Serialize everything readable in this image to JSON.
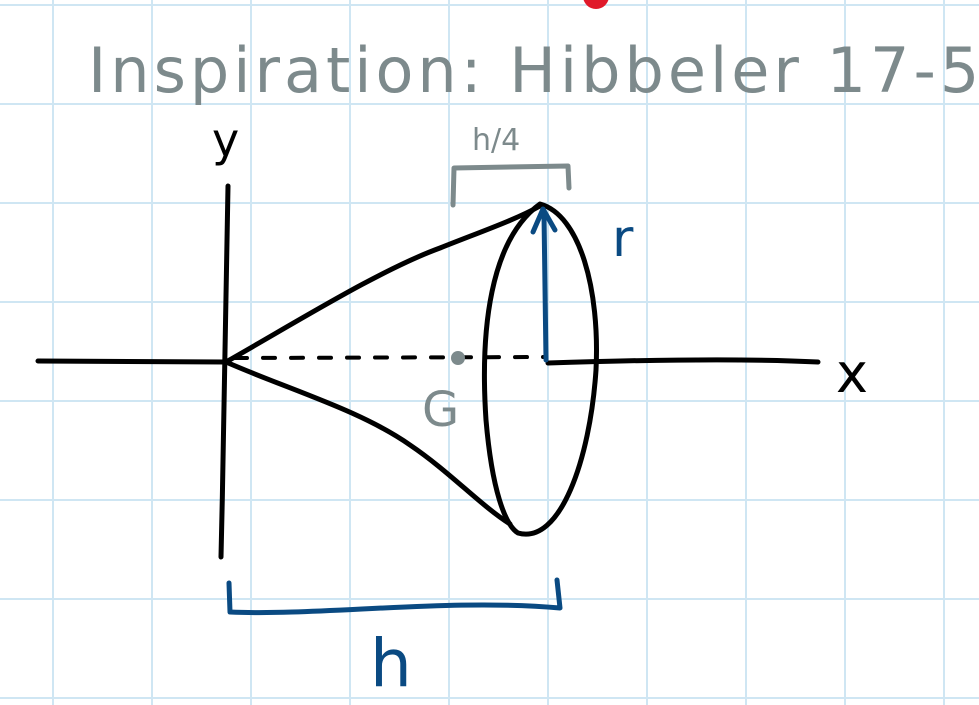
{
  "title": "Inspiration: Hibbeler 17-5",
  "labels": {
    "y_axis": "y",
    "x_axis": "x",
    "radius": "r",
    "height": "h",
    "offset": "h/4",
    "centroid": "G"
  },
  "colors": {
    "gray_ink": "#7d8a8c",
    "blue_ink": "#0a4a82",
    "black_ink": "#000000",
    "grid": "#cfe6f3",
    "marker_red": "#e0192a"
  }
}
